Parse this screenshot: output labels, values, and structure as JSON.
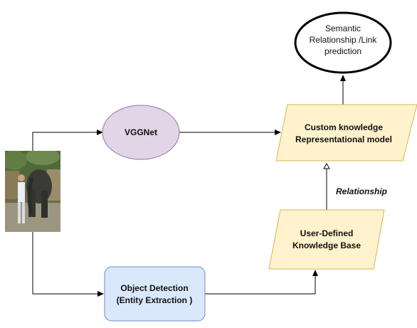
{
  "nodes": {
    "output": {
      "lines": [
        "Semantic",
        "Relationship /Link",
        "prediction"
      ]
    },
    "vggnet": {
      "label": "VGGNet",
      "fill": "#e1d5e7",
      "stroke": "#9673a6"
    },
    "custom_model": {
      "lines": [
        "Custom knowledge",
        "Representational model"
      ],
      "fill": "#fff2cc",
      "stroke": "#d6b656"
    },
    "user_kb": {
      "lines": [
        "User-Defined",
        "Knowledge Base"
      ],
      "fill": "#fff2cc",
      "stroke": "#d6b656"
    },
    "object_detection": {
      "lines": [
        "Object Detection",
        "(Entity Extraction )"
      ],
      "fill": "#dae8fc",
      "stroke": "#6c8ebf"
    },
    "input_image": {
      "icon": "photo-elephant-person-icon"
    }
  },
  "edges": {
    "relationship_label": "Relationship"
  },
  "colors": {
    "edge": "#000000",
    "outline": "#000000"
  }
}
